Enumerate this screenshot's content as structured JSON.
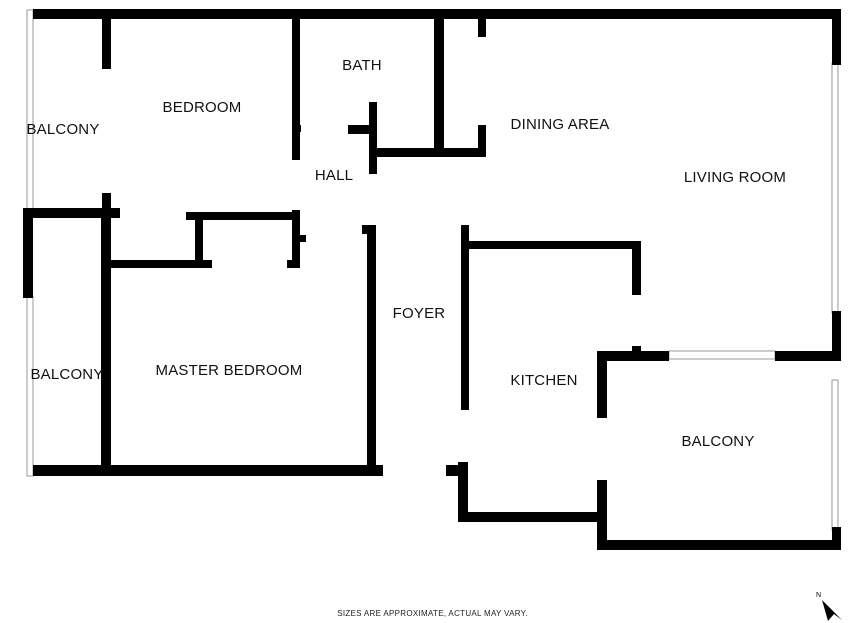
{
  "rooms": {
    "balcony_top_left": "BALCONY",
    "bedroom": "BEDROOM",
    "bath": "BATH",
    "hall": "HALL",
    "dining_area": "DINING AREA",
    "living_room": "LIVING ROOM",
    "foyer": "FOYER",
    "balcony_mid_left": "BALCONY",
    "master_bedroom": "MASTER BEDROOM",
    "kitchen": "KITCHEN",
    "balcony_right": "BALCONY"
  },
  "disclaimer": "SIZES ARE APPROXIMATE, ACTUAL MAY VARY.",
  "compass": {
    "label": "N",
    "icon": "north-arrow-icon"
  },
  "colors": {
    "wall": "#000000",
    "background": "#ffffff",
    "window": "#9a9a9a"
  }
}
